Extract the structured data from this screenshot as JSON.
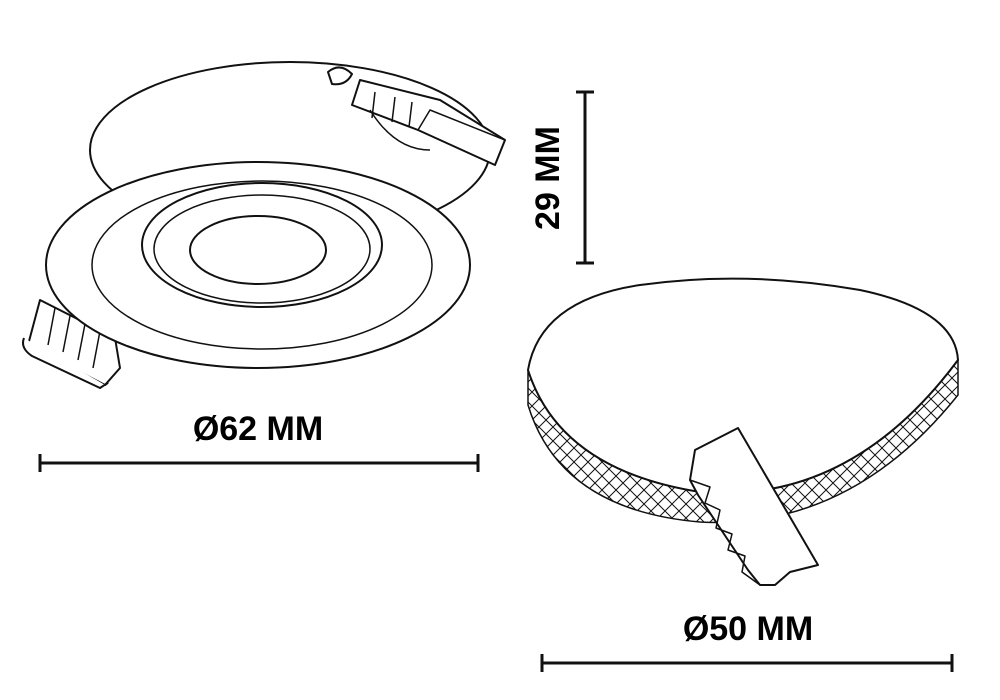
{
  "labels": {
    "outer_diameter": "Ø62 MM",
    "height": "29 MM",
    "cutout_diameter": "Ø50 MM"
  },
  "colors": {
    "line": "#111111",
    "background": "#ffffff"
  }
}
